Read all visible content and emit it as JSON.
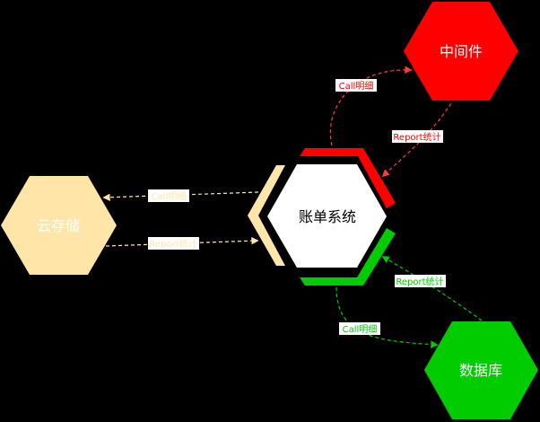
{
  "diagram": {
    "colors": {
      "background": "#000000",
      "center_fill": "#ffffff",
      "middleware": "#ff0000",
      "cloud_storage": "#ffe6a8",
      "database": "#00cc00"
    },
    "nodes": {
      "center": {
        "label": "账单系统"
      },
      "middleware": {
        "label": "中间件"
      },
      "cloud_storage": {
        "label": "云存储"
      },
      "database": {
        "label": "数据库"
      }
    },
    "edges": {
      "center_to_middleware": {
        "label": "Call明细"
      },
      "middleware_to_center": {
        "label": "Report统计"
      },
      "center_to_cloud": {
        "label": "Call明细"
      },
      "cloud_to_center": {
        "label": "Report统计"
      },
      "center_to_database": {
        "label": "Call明细"
      },
      "database_to_center": {
        "label": "Report统计"
      }
    }
  }
}
